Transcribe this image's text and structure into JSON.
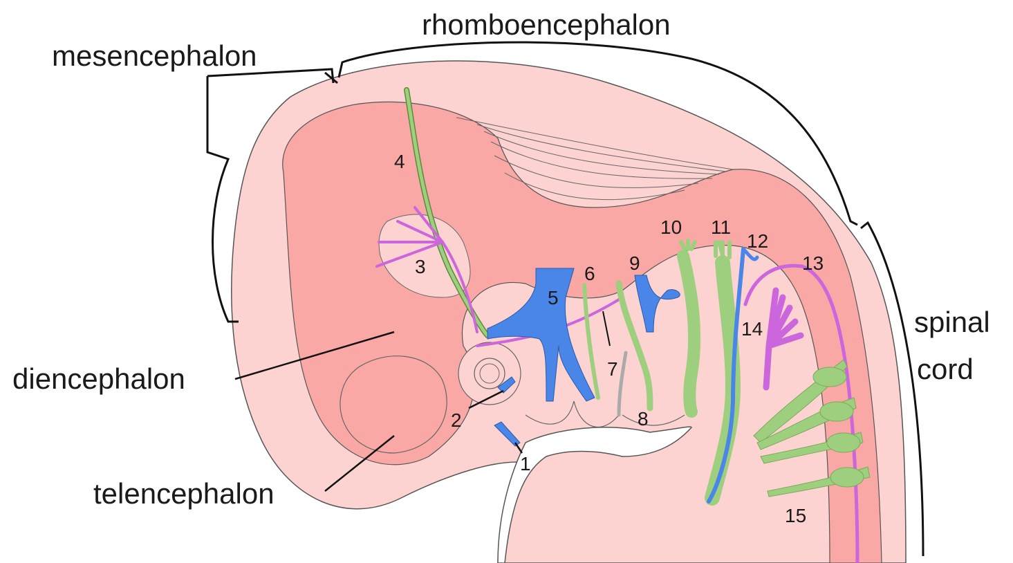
{
  "regions": {
    "rhombencephalon": "rhomboencephalon",
    "mesencephalon": "mesencephalon",
    "diencephalon": "diencephalon",
    "telencephalon": "telencephalon",
    "spinal_line1": "spinal",
    "spinal_line2": "cord"
  },
  "numbers": [
    "1",
    "2",
    "3",
    "4",
    "5",
    "6",
    "7",
    "8",
    "9",
    "10",
    "11",
    "12",
    "13",
    "14",
    "15"
  ],
  "colors": {
    "skin": "#fcd3d0",
    "brain": "#f9a8a5",
    "outline": "#555555",
    "motor_nerve": "#4a86e8",
    "sensory_nerve": "#9ecf7f",
    "autonomic_nerve": "#cc66dd",
    "bracket": "#111111"
  }
}
